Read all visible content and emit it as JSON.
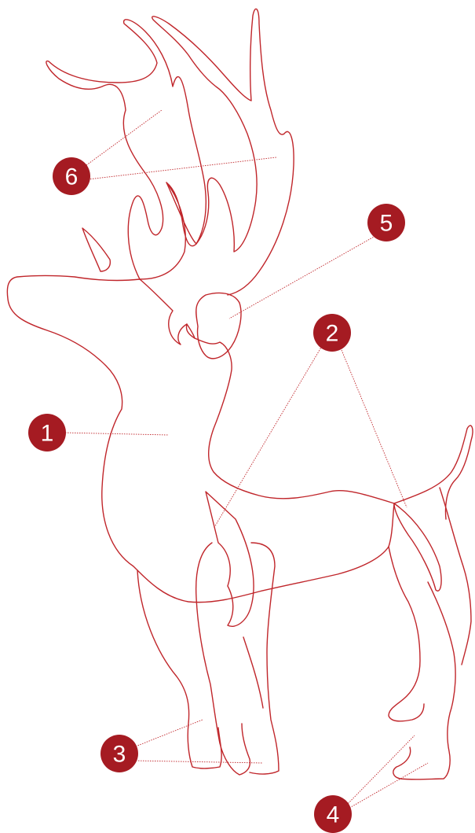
{
  "diagram": {
    "colors": {
      "outline": "#c0262b",
      "badge": "#a51b22",
      "badge_text": "#ffffff",
      "background": "#ffffff"
    },
    "parts": [
      {
        "id": "body",
        "label": "1"
      },
      {
        "id": "legs-inner",
        "label": "2"
      },
      {
        "id": "front-legs",
        "label": "3"
      },
      {
        "id": "hooves-back",
        "label": "4"
      },
      {
        "id": "muzzle",
        "label": "5"
      },
      {
        "id": "antlers",
        "label": "6"
      }
    ]
  }
}
